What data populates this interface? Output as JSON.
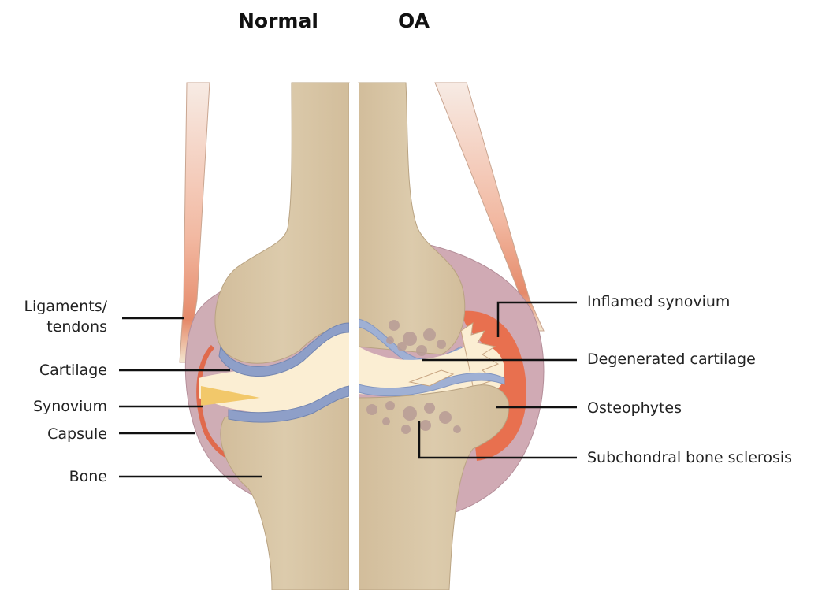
{
  "headings": {
    "left": "Normal",
    "right": "OA"
  },
  "labels_left": {
    "ligaments_line1": "Ligaments/",
    "ligaments_line2": "tendons",
    "cartilage": "Cartilage",
    "synovium": "Synovium",
    "capsule": "Capsule",
    "bone": "Bone"
  },
  "labels_right": {
    "inflamed_synovium": "Inflamed synovium",
    "degenerated_cartilage": "Degenerated cartilage",
    "osteophytes": "Osteophytes",
    "subchondral_sclerosis": "Subchondral bone sclerosis"
  },
  "colors": {
    "bone": "#d9c6a5",
    "cartilage": "#8e9fc8",
    "synovial_fluid": "#fdf1d8",
    "capsule": "#c8a3ad",
    "inflamed": "#e8704f",
    "tendon_dark": "#e58c6c",
    "tendon_light": "#f6e6dd"
  }
}
